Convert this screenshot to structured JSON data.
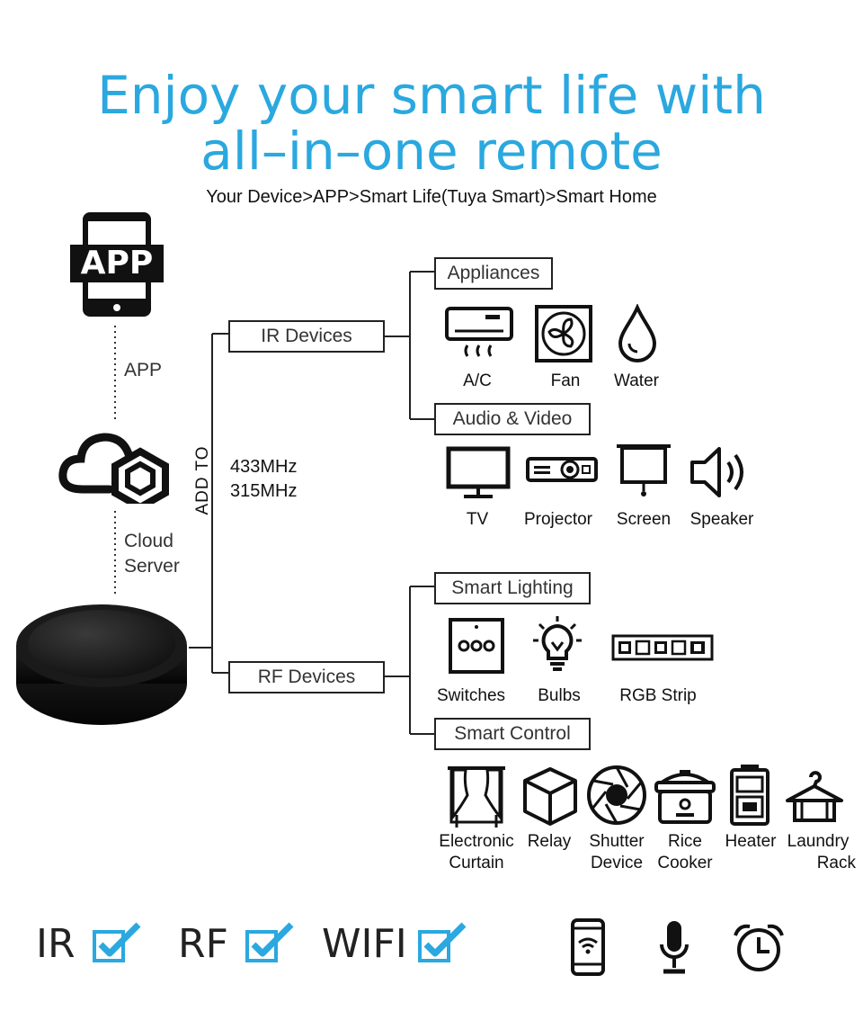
{
  "header": {
    "title_line1": "Enjoy your smart life with",
    "title_line2": "all–in–one remote",
    "path": "Your Device>APP>Smart Life(Tuya Smart)>Smart Home"
  },
  "left": {
    "app_badge": "APP",
    "app_label": "APP",
    "cloud_label_line1": "Cloud",
    "cloud_label_line2": "Server",
    "add_to": "ADD TO",
    "freq1": "433MHz",
    "freq2": "315MHz"
  },
  "branches": {
    "ir": "IR Devices",
    "rf": "RF Devices"
  },
  "categories": {
    "appliances": "Appliances",
    "audio_video": "Audio & Video",
    "smart_lighting": "Smart Lighting",
    "smart_control": "Smart Control"
  },
  "devices": {
    "ac": "A/C",
    "fan": "Fan",
    "water": "Water",
    "tv": "TV",
    "projector": "Projector",
    "screen": "Screen",
    "speaker": "Speaker",
    "switches": "Switches",
    "bulbs": "Bulbs",
    "rgb_strip": "RGB Strip",
    "curtain_line1": "Electronic",
    "curtain_line2": "Curtain",
    "relay": "Relay",
    "shutter_line1": "Shutter",
    "shutter_line2": "Device",
    "rice_line1": "Rice",
    "rice_line2": "Cooker",
    "heater": "Heater",
    "laundry_line1": "Laundry",
    "laundry_line2": "Rack"
  },
  "features": {
    "ir": "IR",
    "rf": "RF",
    "wifi": "WIFI"
  },
  "colors": {
    "accent": "#2aa8df",
    "text": "#111111"
  }
}
